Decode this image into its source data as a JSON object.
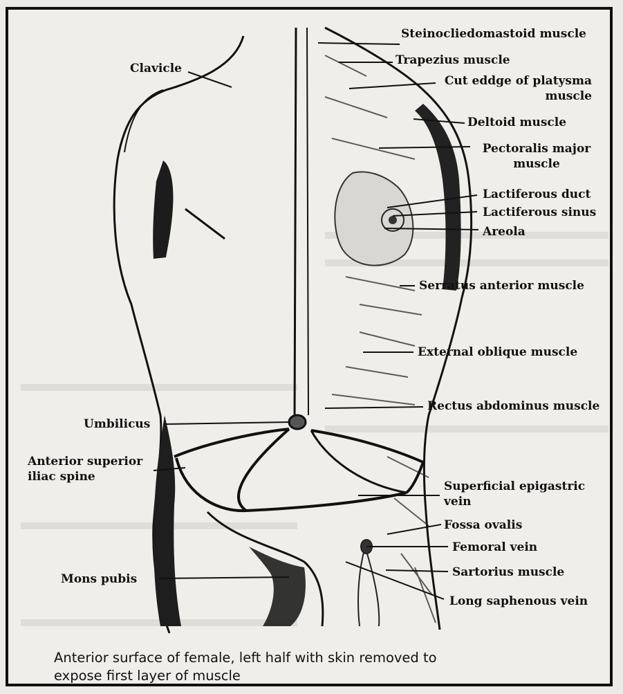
{
  "figure": {
    "caption": "Anterior surface of female, left half with skin removed to expose first layer of muscle",
    "colors": {
      "ink": "#111111",
      "paper": "#efeeeb",
      "shade": "#2a2a2a"
    }
  },
  "labels": {
    "clavicle": "Clavicle",
    "umbilicus": "Umbilicus",
    "asis": "Anterior superior iliac spine",
    "mons_pubis": "Mons pubis",
    "steinocliedomastoid": "Steinocliedomastoid muscle",
    "trapezius": "Trapezius muscle",
    "platysma": "Cut eddge of platysma muscle",
    "deltoid": "Deltoid muscle",
    "pectoralis": "Pectoralis major muscle",
    "lactiferous_duct": "Lactiferous duct",
    "lactiferous_sinus": "Lactiferous sinus",
    "areola": "Areola",
    "serratus": "Serratus anterior muscle",
    "external_oblique": "External oblique muscle",
    "rectus": "Rectus abdominus muscle",
    "epigastric": "Superficial epigastric vein",
    "fossa": "Fossa ovalis",
    "femoral": "Femoral vein",
    "sartorius": "Sartorius muscle",
    "saphenous": "Long saphenous vein"
  }
}
